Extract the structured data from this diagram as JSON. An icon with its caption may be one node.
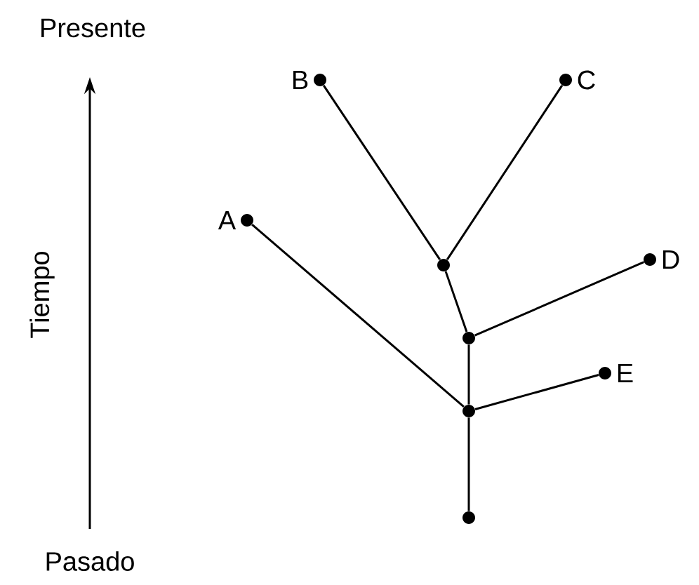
{
  "diagram": {
    "nodes": [
      {
        "text": [
          "B"
        ]
      },
      {
        "text": [
          "C"
        ]
      },
      {
        "text": [
          "A"
        ]
      },
      {
        "text": [],
        "shape": "circle"
      },
      {
        "text": [
          "D"
        ]
      },
      {
        "text": [],
        "shape": "circle"
      },
      {
        "text": [
          "E"
        ]
      },
      {
        "text": [],
        "shape": "circle"
      },
      {
        "text": [],
        "shape": "circle"
      }
    ],
    "edges": [
      {
        "from": 3,
        "to": 0,
        "arrow": "none"
      },
      {
        "from": 3,
        "to": 1,
        "arrow": "none"
      },
      {
        "from": 5,
        "to": 3,
        "arrow": "none"
      },
      {
        "from": 5,
        "to": 4,
        "arrow": "none"
      },
      {
        "from": 7,
        "to": 5,
        "arrow": "none"
      },
      {
        "from": 7,
        "to": 6,
        "arrow": "none"
      },
      {
        "from": 7,
        "to": 2,
        "arrow": "none"
      },
      {
        "from": 8,
        "to": 7,
        "arrow": "none"
      }
    ],
    "labels": [
      "Presente",
      "Tiempo",
      "Pasado"
    ]
  }
}
